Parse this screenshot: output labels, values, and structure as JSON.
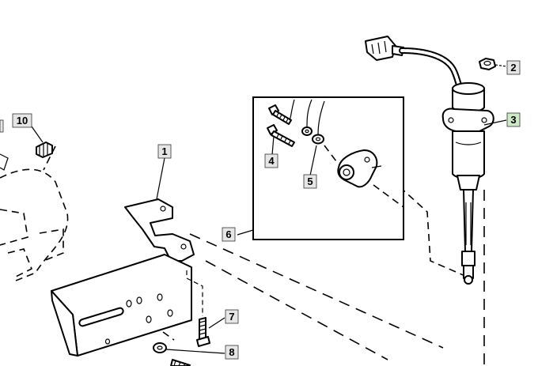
{
  "callouts": {
    "c1": "1",
    "c2": "2",
    "c3": "3",
    "c4": "4",
    "c5": "5",
    "c6": "6",
    "c7": "7",
    "c8": "8",
    "c10": "10"
  },
  "colors": {
    "highlight_callout": "#cfe8c8",
    "callout_fill": "#e6e6e6",
    "ink": "#000000"
  }
}
